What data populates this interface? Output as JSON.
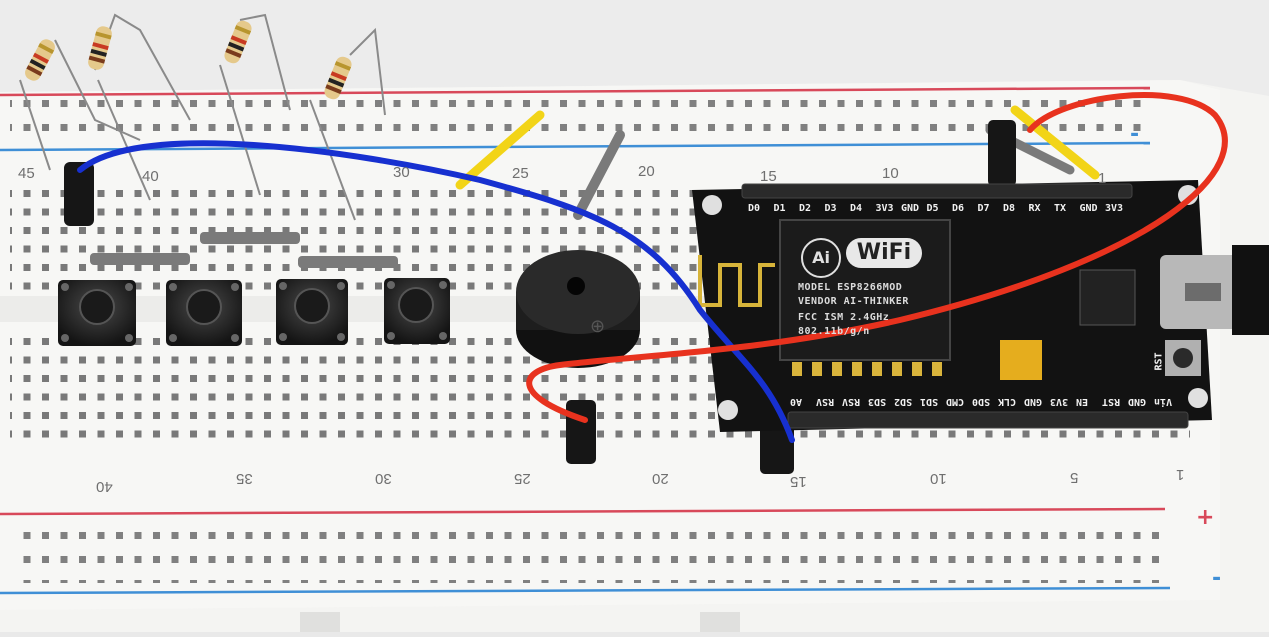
{
  "breadboard": {
    "top_row_numbers": [
      "45",
      "40",
      "30",
      "25",
      "20",
      "15",
      "10",
      "1"
    ],
    "bottom_row_numbers": [
      "40",
      "35",
      "30",
      "25",
      "20",
      "15",
      "10",
      "5",
      "1"
    ],
    "rail_plus": "+",
    "rail_minus_top": "-",
    "rail_minus_bottom": "-"
  },
  "module": {
    "top_pins": [
      "D0",
      "D1",
      "D2",
      "D3",
      "D4",
      "3V3",
      "GND",
      "D5",
      "D6",
      "D7",
      "D8",
      "RX",
      "TX",
      "GND",
      "3V3"
    ],
    "bottom_pins": [
      "A0",
      "RSV",
      "RSV",
      "SD3",
      "SD2",
      "SD1",
      "CMD",
      "SD0",
      "CLK",
      "GND",
      "3V3",
      "EN",
      "RST",
      "GND",
      "Vin"
    ],
    "wifi_logo": "WiFi",
    "ai_logo": "Ai",
    "shield_text": [
      "MODEL    ESP8266MOD",
      "VENDOR  AI-THINKER",
      "FCC      ISM 2.4GHz",
      "          802.11b/g/n"
    ],
    "rst_label": "RST"
  },
  "colors": {
    "board": "#f3f3f1",
    "red_rail": "#d8495a",
    "blue_rail": "#3f8fd6",
    "blue_wire": "#1730d0",
    "red_wire": "#e8321e",
    "yellow_wire": "#f2d417",
    "pcb": "#151515"
  }
}
